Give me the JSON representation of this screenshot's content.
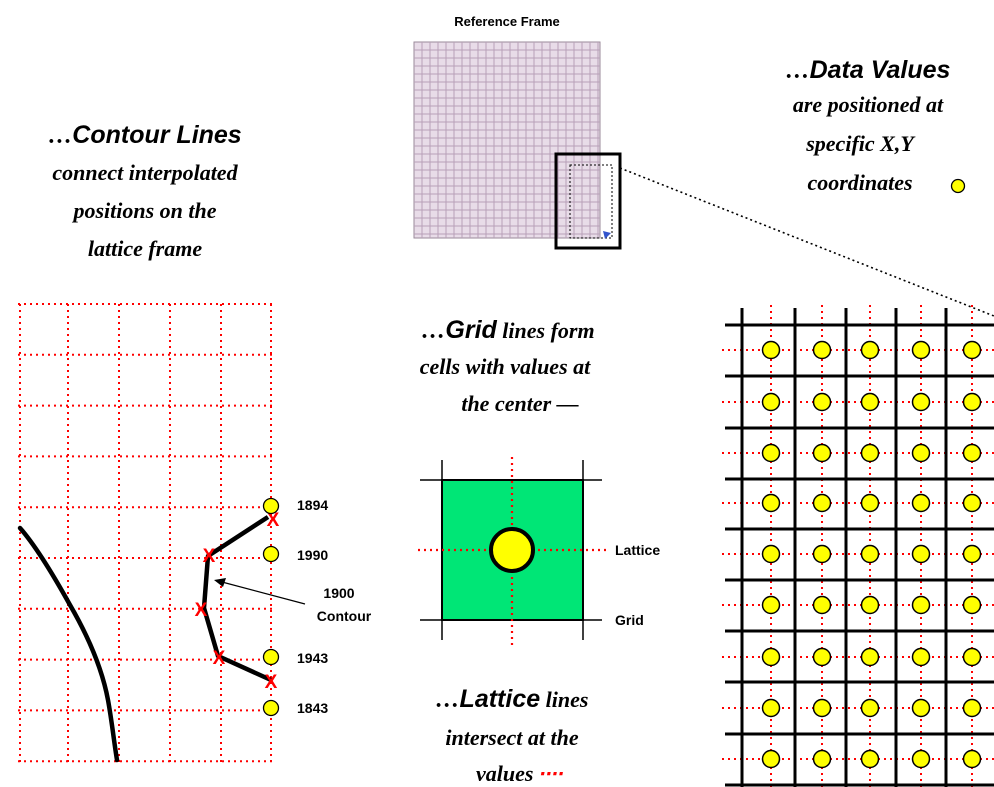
{
  "reference_frame": {
    "title": "Reference Frame"
  },
  "data_values_caption": {
    "lead": "…",
    "term": "Data Values",
    "lines": [
      "are positioned at",
      "specific X,Y",
      "coordinates"
    ]
  },
  "contour_caption": {
    "lead": "…",
    "term": "Contour Lines",
    "lines": [
      "connect interpolated",
      "positions on the",
      "lattice frame"
    ]
  },
  "grid_caption": {
    "lead": "…",
    "term": "Grid",
    "line1_rest": " lines form",
    "lines": [
      "cells with values at",
      "the center —"
    ]
  },
  "lattice_caption": {
    "lead": "…",
    "term": "Lattice",
    "line1_rest": " lines",
    "lines": [
      "intersect at the",
      "values"
    ],
    "dots": "∙∙∙∙"
  },
  "contour_example": {
    "values": [
      "1894",
      "1990",
      "1943",
      "1843"
    ],
    "marker": "X",
    "contour_label_lines": [
      "1900",
      "Contour"
    ]
  },
  "cell_legend": {
    "lattice_label": "Lattice",
    "grid_label": "Grid"
  },
  "colors": {
    "lattice_dots": "#ff0000",
    "data_point_fill": "#ffff00",
    "cell_fill": "#00e676",
    "reference_grid": "#b8a0b8",
    "reference_bg": "#e8dce8",
    "arrow_head": "#3355cc"
  },
  "icons": [
    "data-point-icon",
    "contour-x-marker-icon",
    "arrow-icon",
    "dotted-line-icon"
  ]
}
